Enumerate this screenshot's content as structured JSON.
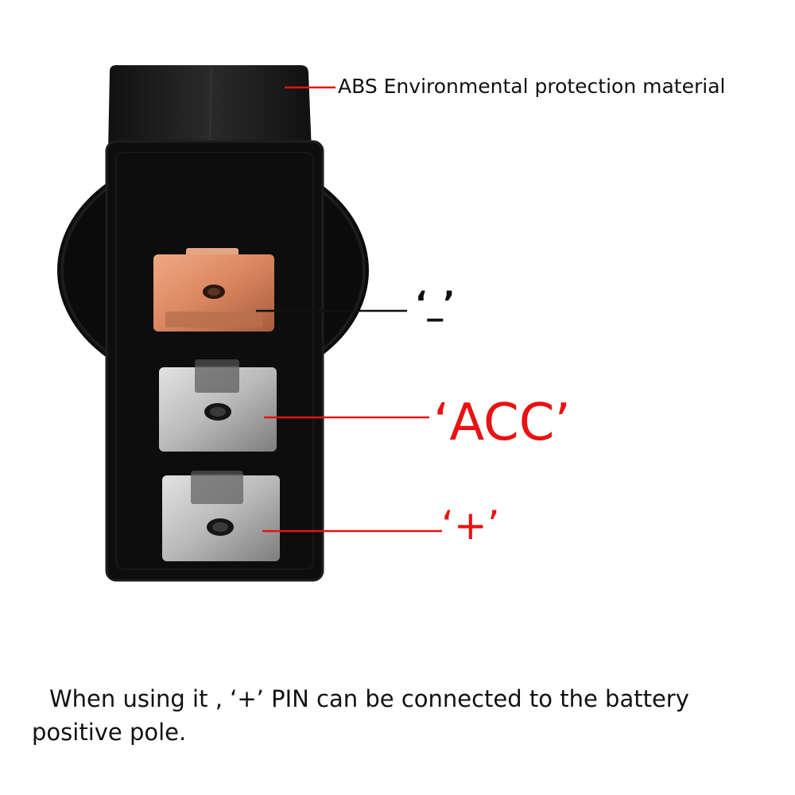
{
  "colors": {
    "background": "#ffffff",
    "housing": "#0d0d0d",
    "housing_edge": "#1e1e1e",
    "copper_terminal": "#d9865f",
    "silver_terminal": "#b9b9b9",
    "callout_red": "#e81212",
    "callout_black": "#111111"
  },
  "callouts": {
    "material": "ABS Environmental protection material",
    "pin_minus": "‘_’",
    "pin_acc": "‘ACC’",
    "pin_plus": "‘+’"
  },
  "caption": {
    "line1": "When using it ,  ‘+’  PIN  can be connected to the battery",
    "line2": "positive pole."
  }
}
